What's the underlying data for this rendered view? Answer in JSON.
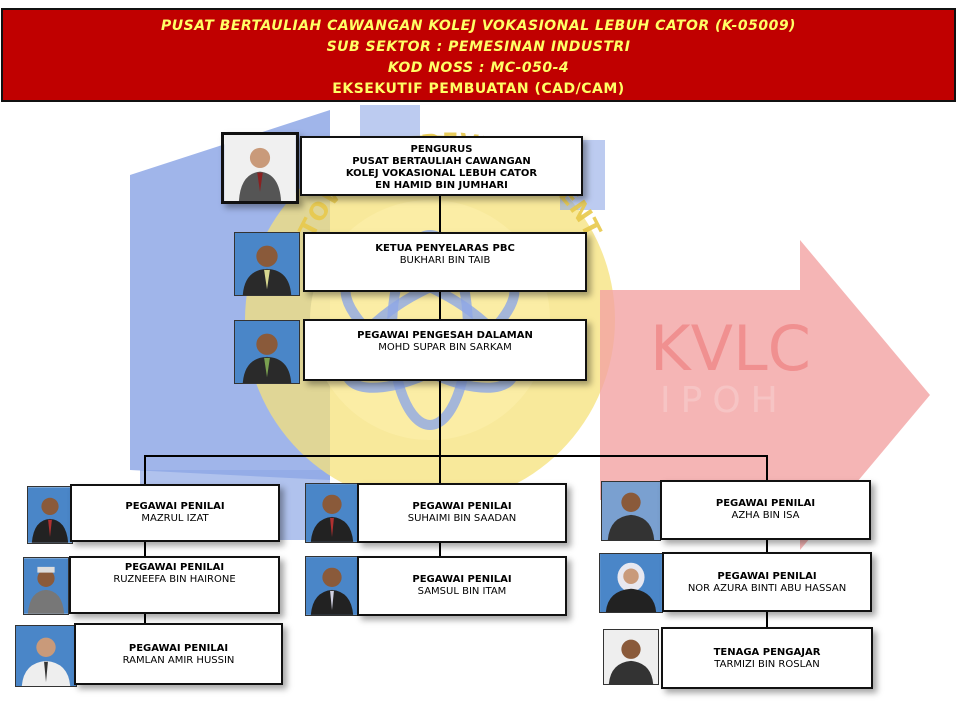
{
  "header": {
    "line1": "PUSAT BERTAULIAH CAWANGAN KOLEJ VOKASIONAL LEBUH CATOR (K-05009)",
    "line2": "SUB SEKTOR : PEMESINAN INDUSTRI",
    "line3": "KOD NOSS : MC-050-4",
    "line4": "EKSEKUTIF PEMBUATAN (CAD/CAM)"
  },
  "watermark": {
    "logo_line1": "KVLC",
    "logo_line2": "IPOH",
    "arc_text": "TOWARDS DEVELOPMENT"
  },
  "colors": {
    "banner": "#c00000",
    "banner_text": "#ffff66",
    "watermark_blue": "#8fa8e6",
    "watermark_yellow": "#f6e27a",
    "watermark_red": "#f2a3a3"
  },
  "org": {
    "manager": {
      "role": "PENGURUS",
      "line2": "PUSAT BERTAULIAH CAWANGAN",
      "line3": "KOLEJ VOKASIONAL LEBUH CATOR",
      "name": "EN HAMID BIN JUMHARI"
    },
    "coordinator": {
      "role": "KETUA PENYELARAS PBC",
      "name": "BUKHARI BIN TAIB"
    },
    "verifier": {
      "role": "PEGAWAI PENGESAH DALAMAN",
      "name": "MOHD SUPAR BIN SARKAM"
    },
    "col1": [
      {
        "role": "PEGAWAI PENILAI",
        "name": "MAZRUL IZAT"
      },
      {
        "role": "PEGAWAI PENILAI",
        "name": "RUZNEEFA BIN HAIRONE"
      },
      {
        "role": "PEGAWAI PENILAI",
        "name": "RAMLAN AMIR HUSSIN"
      }
    ],
    "col2": [
      {
        "role": "PEGAWAI PENILAI",
        "name": "SUHAIMI BIN SAADAN"
      },
      {
        "role": "PEGAWAI PENILAI",
        "name": "SAMSUL BIN ITAM"
      }
    ],
    "col3": [
      {
        "role": "PEGAWAI PENILAI",
        "name": "AZHA BIN ISA"
      },
      {
        "role": "PEGAWAI PENILAI",
        "name": "NOR AZURA BINTI ABU HASSAN"
      },
      {
        "role": "TENAGA PENGAJAR",
        "name": "TARMIZI BIN ROSLAN"
      }
    ]
  }
}
